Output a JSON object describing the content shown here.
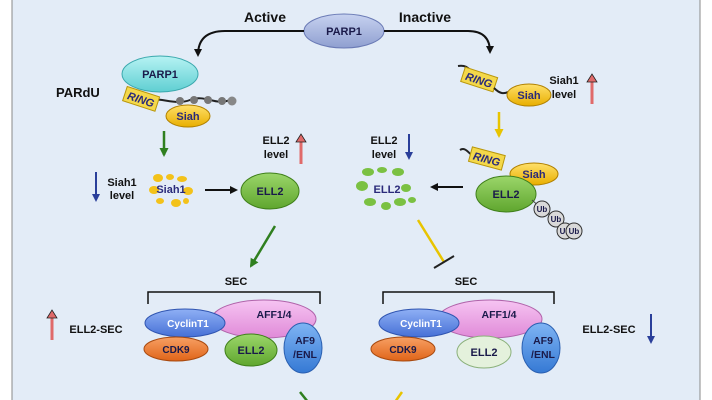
{
  "header": {
    "active_label": "Active",
    "inactive_label": "Inactive",
    "parp1_center": "PARP1"
  },
  "left": {
    "parp1": "PARP1",
    "pardu": "PARdU",
    "ring": "RING",
    "siah": "Siah",
    "siah1_level_line1": "Siah1",
    "siah1_level_line2": "level",
    "siah1_fragment": "Siah1",
    "ell2_level_line1": "ELL2",
    "ell2_level_line2": "level",
    "ell2": "ELL2",
    "sec_label": "SEC",
    "ell2_sec": "ELL2-SEC",
    "cyclint1": "CyclinT1",
    "aff": "AFF1/4",
    "cdk9": "CDK9",
    "sec_ell2": "ELL2",
    "af9_line1": "AF9",
    "af9_line2": "/ENL"
  },
  "right": {
    "ring": "RING",
    "siah": "Siah",
    "siah1_level_line1": "Siah1",
    "siah1_level_line2": "level",
    "ell2_level_line1": "ELL2",
    "ell2_level_line2": "level",
    "ell2_fragment": "ELL2",
    "complex_ring": "RING",
    "complex_siah": "Siah",
    "complex_ell2": "ELL2",
    "ub": "Ub",
    "sec_label": "SEC",
    "ell2_sec": "ELL2-SEC",
    "cyclint1": "CyclinT1",
    "aff": "AFF1/4",
    "cdk9": "CDK9",
    "sec_ell2": "ELL2",
    "af9_line1": "AF9",
    "af9_line2": "/ENL"
  },
  "colors": {
    "panel_bg": "#e3ecf7",
    "parp1_blue": "#a6b4dc",
    "parp1_cyan": "#7fe0e0",
    "ring_yellow": "#f4d84a",
    "siah_yellow": "#f3c21a",
    "ell2_green": "#7bc142",
    "ell2_pale": "#e4f1dc",
    "cyclin_blue": "#5f86e0",
    "aff_pink": "#ea9ee4",
    "cdk9_orange": "#ee7a2c",
    "af9_blue": "#4a8fe0",
    "arrow_up_red": "#e06a6a",
    "arrow_down_blue": "#2a3f9a",
    "arrow_green": "#2f7f1f",
    "arrow_yellow": "#e8c400"
  }
}
